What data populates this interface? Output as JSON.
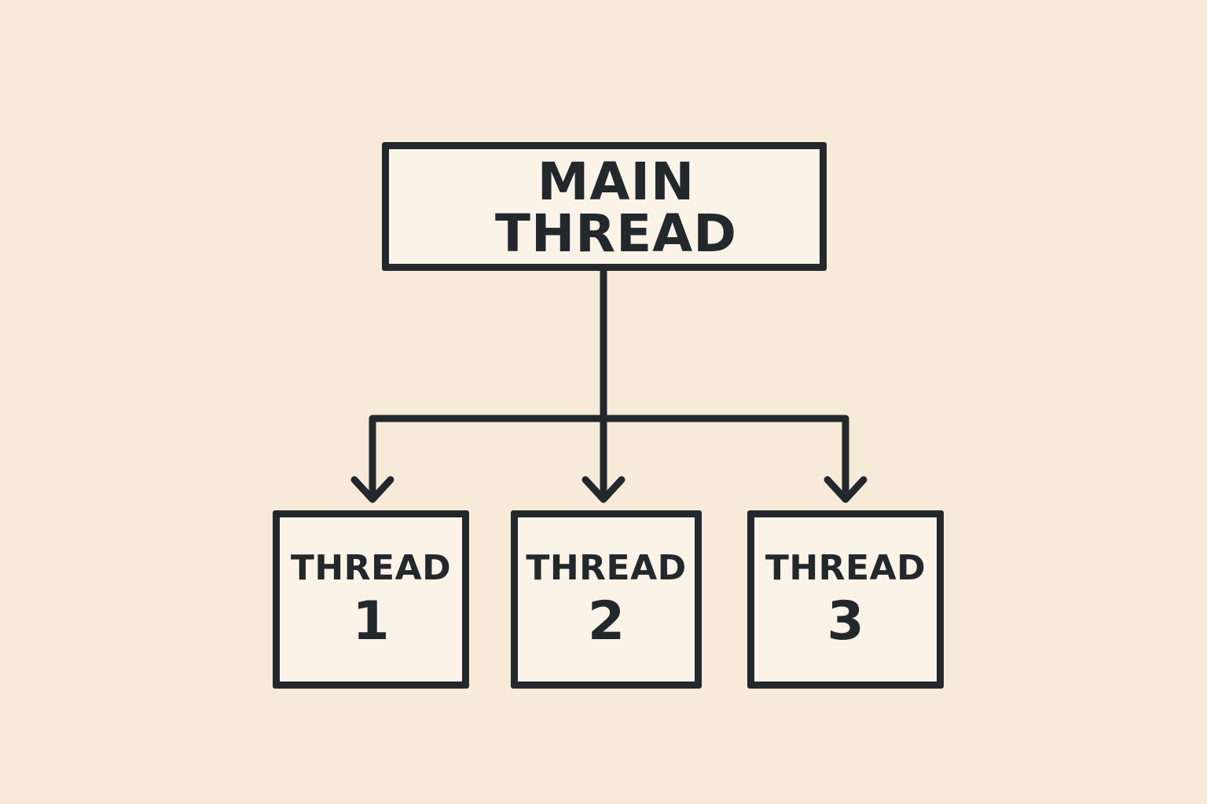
{
  "diagram": {
    "root": {
      "label": "MAIN THREAD"
    },
    "children": [
      {
        "label": "THREAD",
        "number": "1"
      },
      {
        "label": "THREAD",
        "number": "2"
      },
      {
        "label": "THREAD",
        "number": "3"
      }
    ],
    "colors": {
      "background": "#f7ead9",
      "box_fill": "#fbf3e7",
      "stroke": "#23282c"
    }
  }
}
